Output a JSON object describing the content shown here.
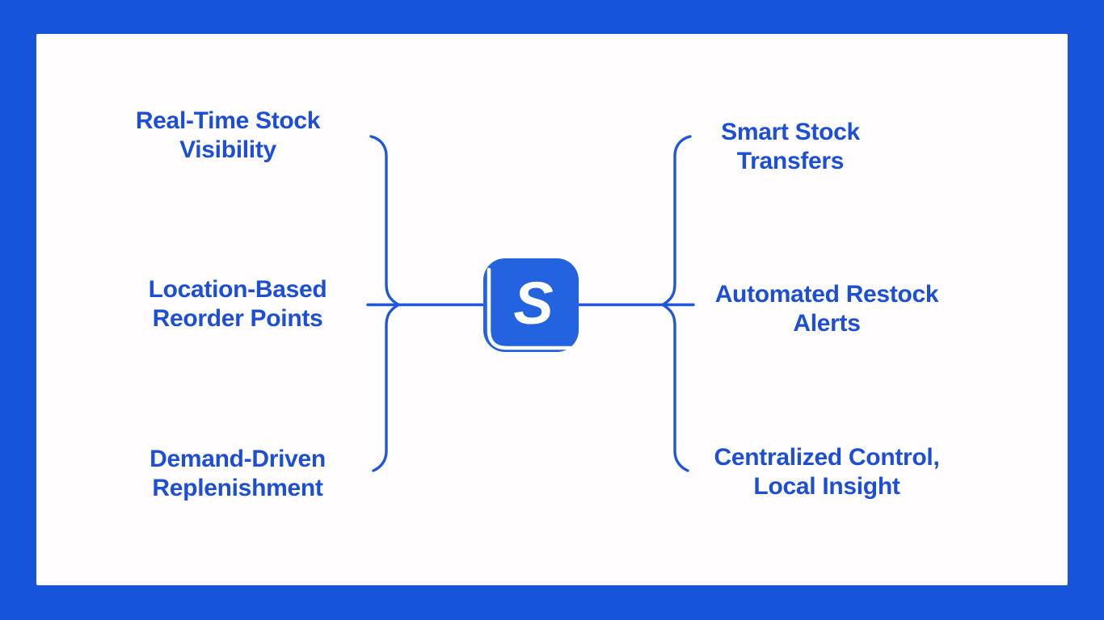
{
  "colors": {
    "frame": "#1655da",
    "panel": "#fffdfe",
    "text": "#1c4ed6",
    "line": "#1f56db",
    "logo_bg": "#2363df",
    "logo_glyph": "#ffffff"
  },
  "logo": {
    "letter": "S"
  },
  "features": {
    "left": [
      {
        "label": "Real-Time Stock\nVisibility"
      },
      {
        "label": "Location-Based\nReorder Points"
      },
      {
        "label": "Demand-Driven\nReplenishment"
      }
    ],
    "right": [
      {
        "label": "Smart Stock\nTransfers"
      },
      {
        "label": "Automated Restock\nAlerts"
      },
      {
        "label": "Centralized Control,\nLocal Insight"
      }
    ]
  }
}
